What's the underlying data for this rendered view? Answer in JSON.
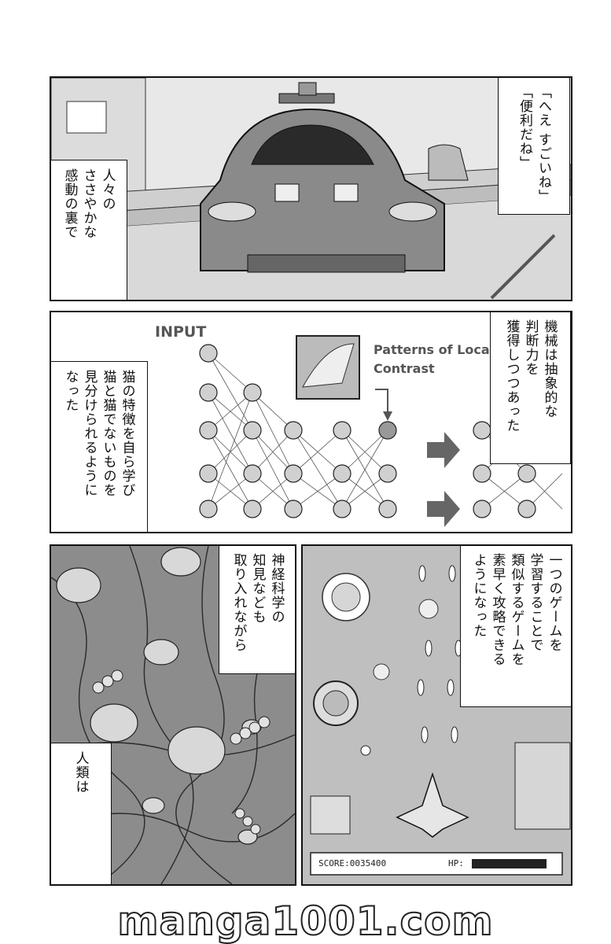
{
  "panel1": {
    "caption_right": [
      "「へえ すごいね」",
      "「便利だね」"
    ],
    "caption_left": [
      "人々の",
      "ささやかな",
      "感動の裏で"
    ]
  },
  "panel2": {
    "input_label": "INPUT",
    "patterns_label_line1": "Patterns of Loca",
    "patterns_label_line2": "Contrast",
    "caption_left": [
      "猫の特徴を自ら学び",
      "猫と猫でないものを",
      "見分けられるように",
      "なった"
    ],
    "caption_right": [
      "機械は抽象的な",
      "判断力を",
      "獲得しつつあった"
    ]
  },
  "panel3": {
    "caption_top": [
      "神経科学の",
      "知見なども",
      "取り入れながら"
    ],
    "caption_bottom": [
      "人類は"
    ]
  },
  "panel4": {
    "caption": [
      "一つのゲームを",
      "学習することで",
      "類似するゲームを",
      "素早く攻略できる",
      "ようになった"
    ],
    "score_label": "SCORE:0035400",
    "hp_label": "HP:"
  },
  "watermark": "manga1001.com"
}
